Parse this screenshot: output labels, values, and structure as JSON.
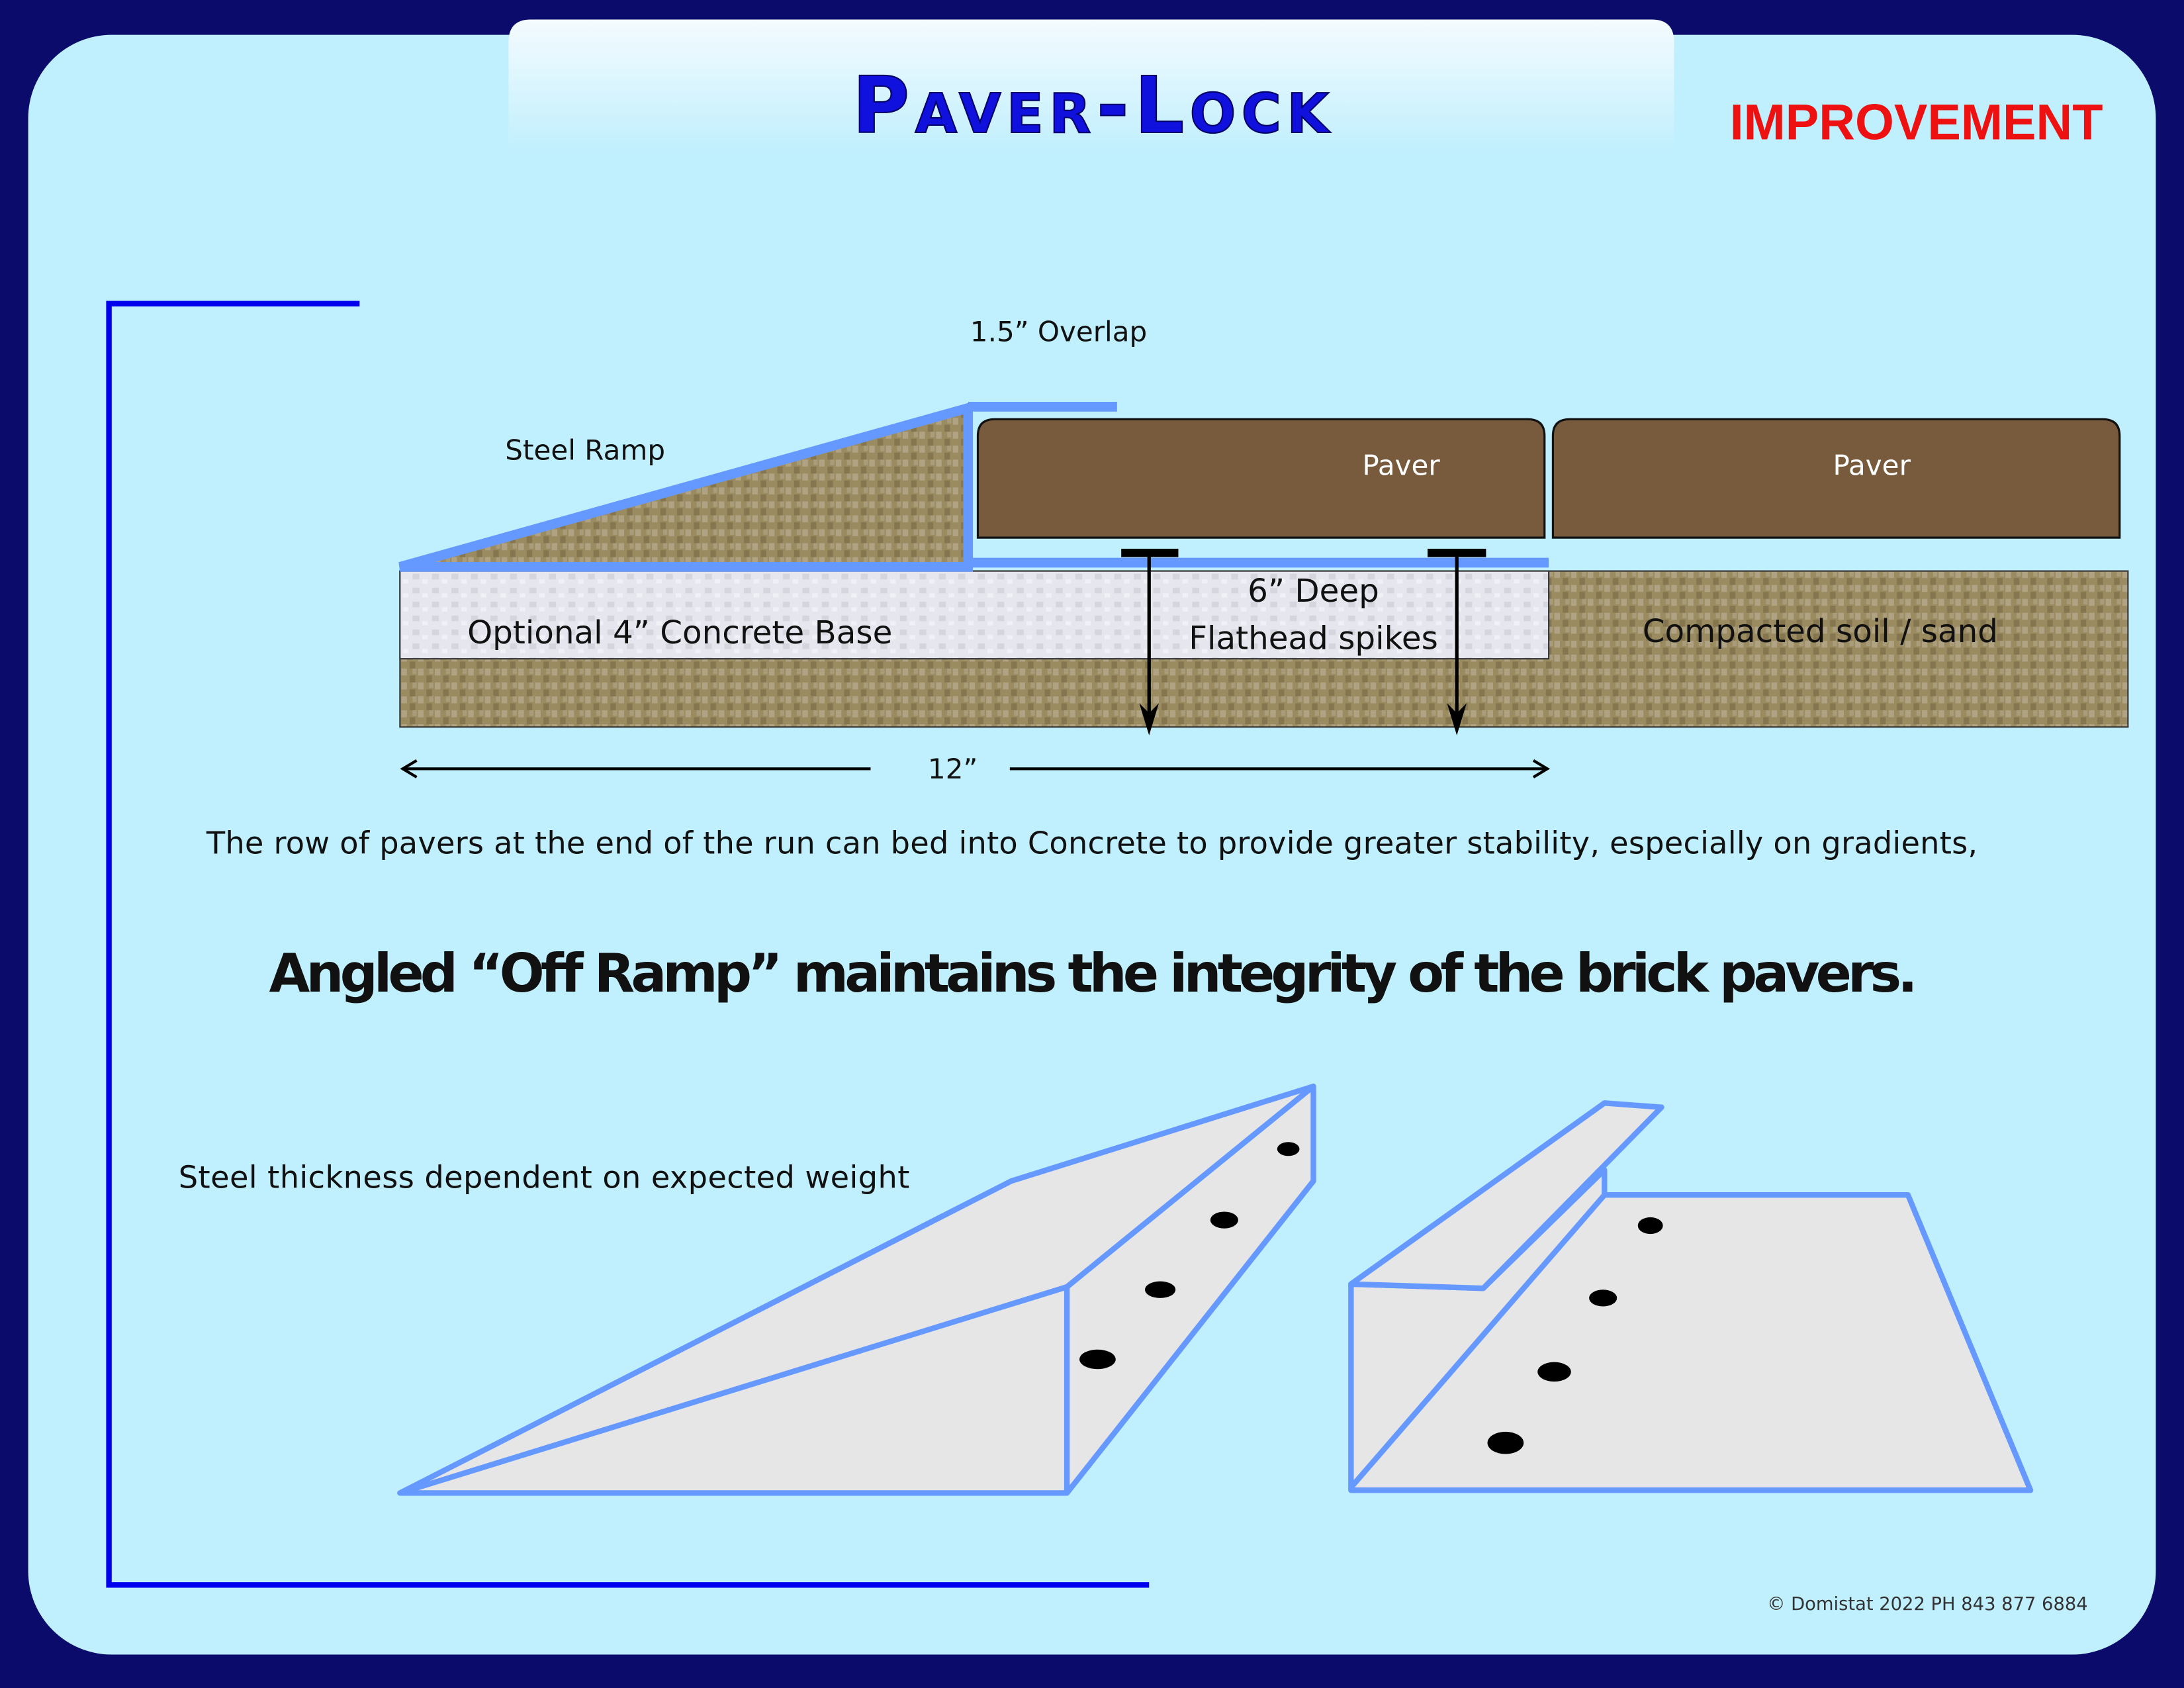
{
  "title": "Paver-Lock",
  "badge": "IMPROVEMENT",
  "diagram": {
    "overlap_label": "1.5” Overlap",
    "steel_ramp_label": "Steel Ramp",
    "paver_labels": [
      "Paver",
      "Paver"
    ],
    "concrete_label": "Optional 4” Concrete Base",
    "spikes_label_line1": "6” Deep",
    "spikes_label_line2": "Flathead spikes",
    "soil_label": "Compacted soil / sand",
    "dimension_label": "12”"
  },
  "description": "The row of pavers at the end of the run can  bed into Concrete to provide greater stability, especially on gradients,",
  "headline": "Angled “Off Ramp” maintains the integrity of the brick pavers.",
  "steel_note": "Steel thickness dependent on expected weight",
  "copyright": "© Domistat  2022 PH 843 877 6884",
  "colors": {
    "background": "#0b0b6b",
    "panel": "#c0effd",
    "title": "#1111dd",
    "badge": "#ee1111",
    "steel": "#6699ff",
    "paver": "#785a3c",
    "soil": "#9a8b60",
    "concrete": "#e6e7ee"
  }
}
